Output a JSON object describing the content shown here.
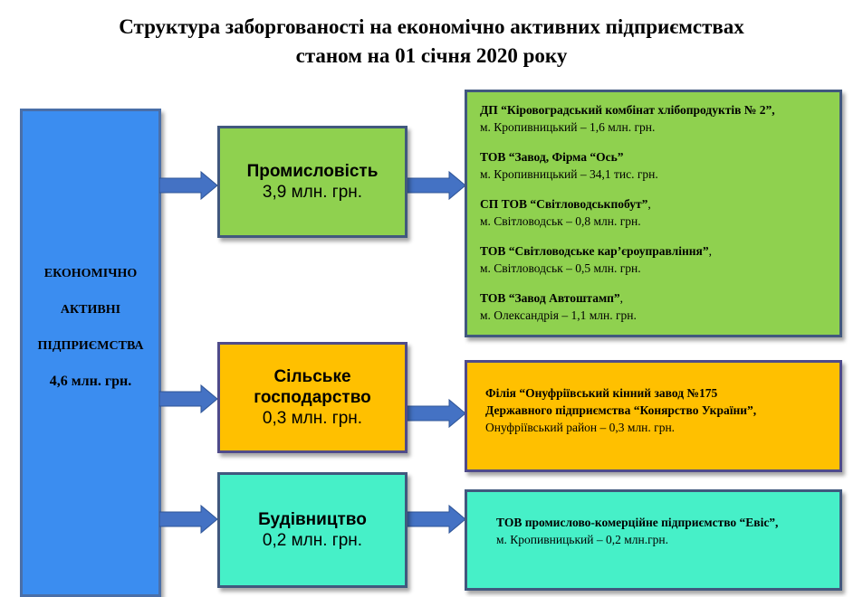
{
  "title": {
    "line1": "Структура заборгованості на економічно активних підприємствах",
    "line2": "станом на 01 січня 2020 року"
  },
  "main": {
    "line1": "ЕКОНОМІЧНО",
    "line2": "АКТИВНІ",
    "line3": "ПІДПРИЄМСТВА",
    "total": "4,6 млн. грн."
  },
  "colors": {
    "main": "#3b8df0",
    "industry": "#8fd14f",
    "agriculture": "#ffc000",
    "construction": "#46f0c8",
    "arrow": "#4472c4",
    "border": "#41587e"
  },
  "sectors": [
    {
      "name": "Промисловість",
      "value": "3,9 млн. грн.",
      "details": [
        {
          "name": "ДП “Кіровоградський комбінат хлібопродуктів № 2”,",
          "info": "м. Кропивницький – 1,6 млн. грн."
        },
        {
          "name": "ТОВ “Завод, Фірма “Ось”",
          "info": "м. Кропивницький – 34,1 тис. грн."
        },
        {
          "name": "СП ТОВ “Світловодськпобут”",
          "suffix": ",",
          "info": "м. Світловодськ – 0,8 млн. грн."
        },
        {
          "name": "ТОВ “Світловодське кар’єроуправління”",
          "suffix": ",",
          "info": "м. Світловодськ – 0,5 млн. грн."
        },
        {
          "name": "ТОВ “Завод Автоштамп”",
          "suffix": ",",
          "info": "м. Олександрія – 1,1 млн. грн."
        }
      ]
    },
    {
      "name_line1": "Сільське",
      "name_line2": "господарство",
      "value": "0,3 млн. грн.",
      "details": [
        {
          "name_line1": "Філія “Онуфріївський кінний завод №175",
          "name_line2": "Державного підприємства “Конярство України”,",
          "info": "Онуфріївський район – 0,3 млн. грн."
        }
      ]
    },
    {
      "name": "Будівництво",
      "value": "0,2 млн. грн.",
      "details": [
        {
          "name": "ТОВ промислово-комерційне підприємство “Евіс”,",
          "info": "м. Кропивницький – 0,2 млн.грн."
        }
      ]
    }
  ]
}
